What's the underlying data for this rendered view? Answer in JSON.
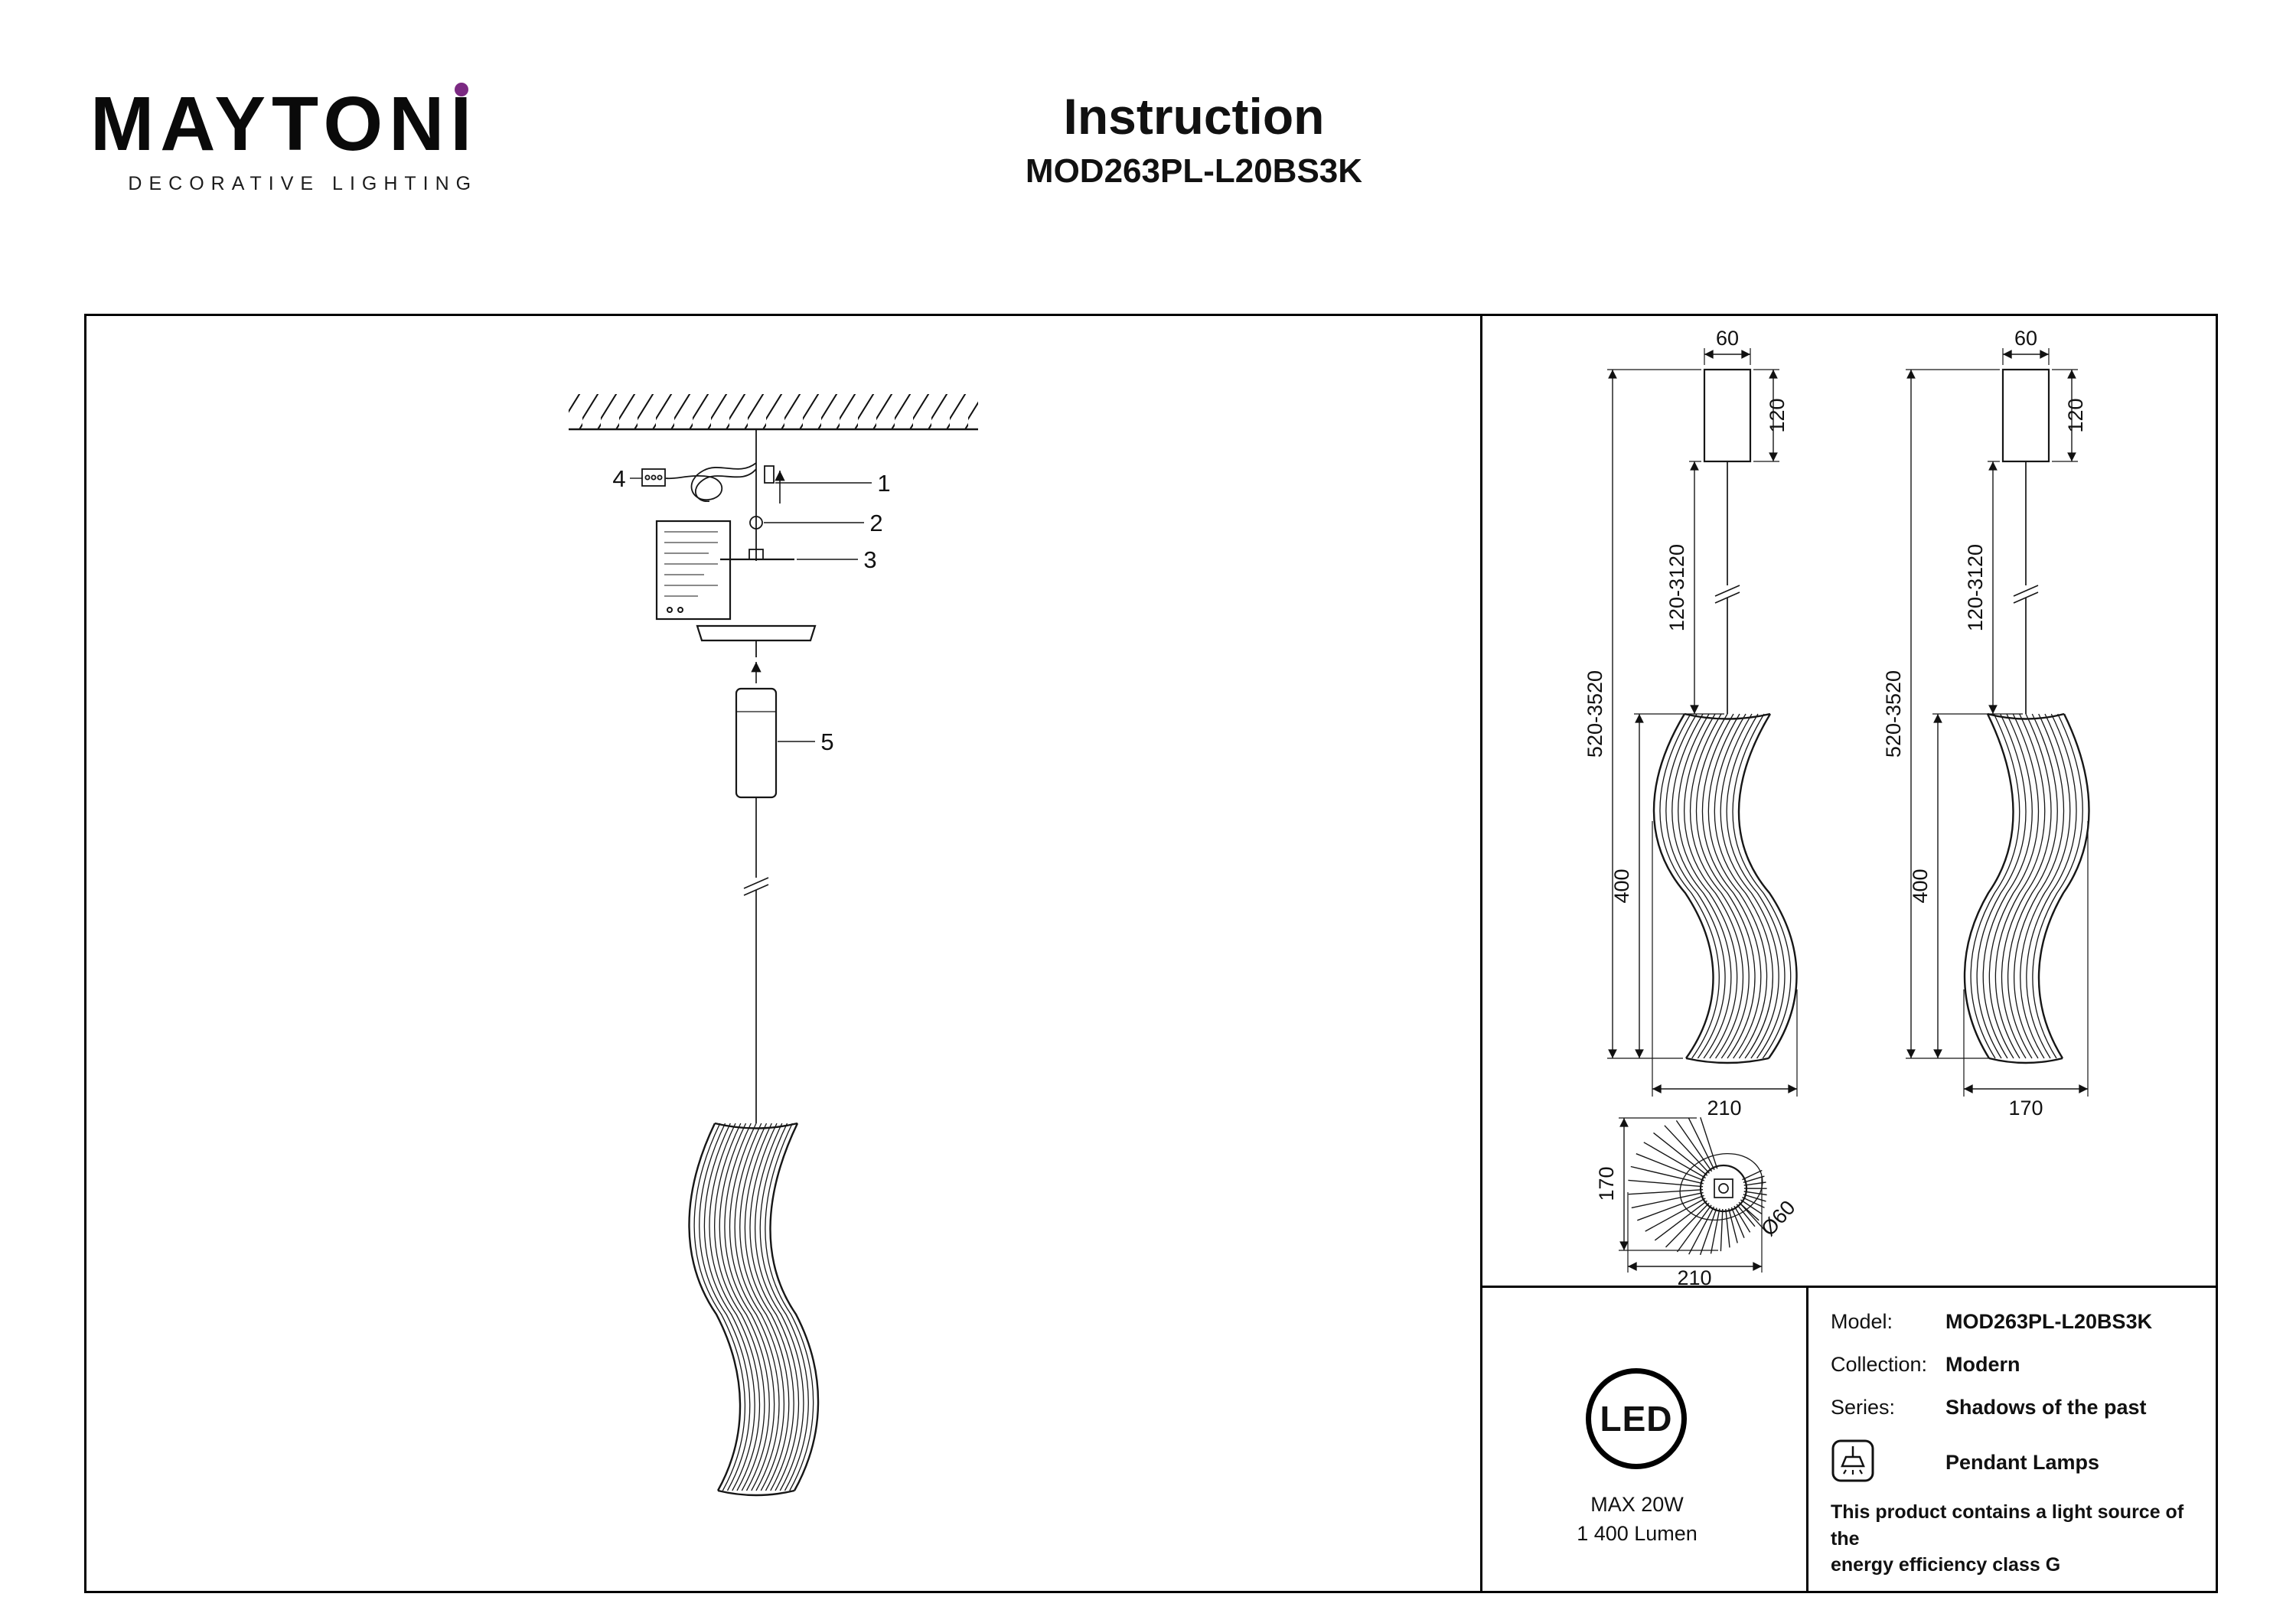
{
  "header": {
    "brand": "MAYTONI",
    "brand_sub": "DECORATIVE LIGHTING",
    "title": "Instruction",
    "model": "MOD263PL-L20BS3K"
  },
  "colors": {
    "accent": "#7b2982",
    "ink": "#111111"
  },
  "installation": {
    "callouts": [
      "1",
      "2",
      "3",
      "4",
      "5"
    ]
  },
  "dimensions": {
    "front_view": {
      "canopy_width": "60",
      "canopy_height": "120",
      "suspension_length": "120-3120",
      "overall_length": "520-3520",
      "shade_height": "400",
      "shade_width": "210"
    },
    "side_view": {
      "canopy_width": "60",
      "canopy_height": "120",
      "suspension_length": "120-3120",
      "overall_length": "520-3520",
      "shade_height": "400",
      "shade_width": "170"
    },
    "top_view": {
      "depth": "170",
      "width": "210",
      "hole_diameter": "Ø60"
    }
  },
  "badge": {
    "led": "LED",
    "max_power": "MAX 20W",
    "luminous_flux": "1 400 Lumen"
  },
  "specs": {
    "model_label": "Model:",
    "model_value": "MOD263PL-L20BS3K",
    "collection_label": "Collection:",
    "collection_value": "Modern",
    "series_label": "Series:",
    "series_value": "Shadows of the past",
    "category": "Pendant Lamps",
    "efficiency_note_line1": "This product contains a light source of the",
    "efficiency_note_line2": "energy efficiency class G"
  }
}
